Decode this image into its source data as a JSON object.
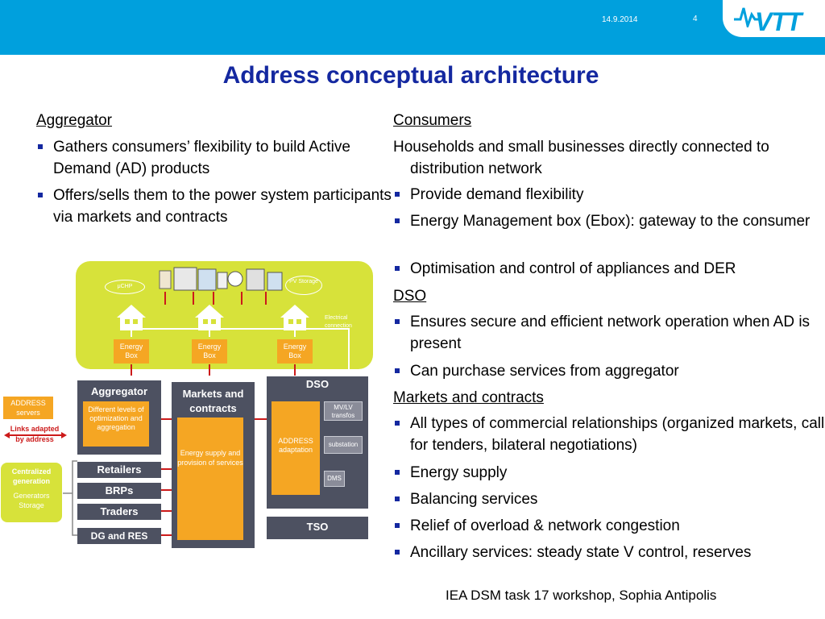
{
  "header": {
    "date": "14.9.2014",
    "page": "4",
    "logo": "VTT"
  },
  "title": "Address conceptual architecture",
  "left": {
    "heading": "Aggregator",
    "bullets": [
      "Gathers consumers’ flexibility to build Active Demand (AD) products",
      "Offers/sells them to the power system participants via markets and contracts"
    ]
  },
  "right": {
    "consumers_heading": "Consumers",
    "consumers_text": "Households and small businesses directly connected to distribution network",
    "consumers_bullets": [
      "Provide demand flexibility",
      "Energy Management box (Ebox): gateway to the consumer",
      "Optimisation and control of appliances and DER"
    ],
    "dso_heading": "DSO",
    "dso_bullets": [
      "Ensures secure and efficient network operation when AD is present",
      "Can purchase services from aggregator"
    ],
    "markets_heading": "Markets and contracts",
    "markets_bullets": [
      "All types of commercial relationships (organized markets, call for tenders, bilateral negotiations)",
      "Energy supply",
      "Balancing services",
      "Relief of overload & network congestion",
      "Ancillary services: steady state V control, reserves"
    ]
  },
  "diagram": {
    "uchp": "μCHP",
    "pv": "PV Storage",
    "electrical": "Electrical connection",
    "energy_box": "Energy Box",
    "aggregator": "Aggregator",
    "aggregator_inner": "Different levels of optimization and aggregation",
    "markets": "Markets and contracts",
    "markets_inner": "Energy supply and provision of services",
    "dso": "DSO",
    "address_adaptation": "ADDRESS adaptation",
    "mvlv": "MV/LV transfos",
    "substation": "substation",
    "dms": "DMS",
    "tso": "TSO",
    "retailers": "Retailers",
    "brps": "BRPs",
    "traders": "Traders",
    "dg_res": "DG and RES",
    "address_servers": "ADDRESS servers",
    "links_adapted": "Links adapted by address",
    "centralized": "Centralized generation",
    "generators": "Generators Storage"
  },
  "footer": "IEA DSM task 17 workshop, Sophia Antipolis",
  "colors": {
    "header": "#00a0dd",
    "title": "#1428a0",
    "green": "#d7e23a",
    "orange": "#f5a623",
    "panel": "#4d5161",
    "arrow": "#cc1a1a"
  }
}
